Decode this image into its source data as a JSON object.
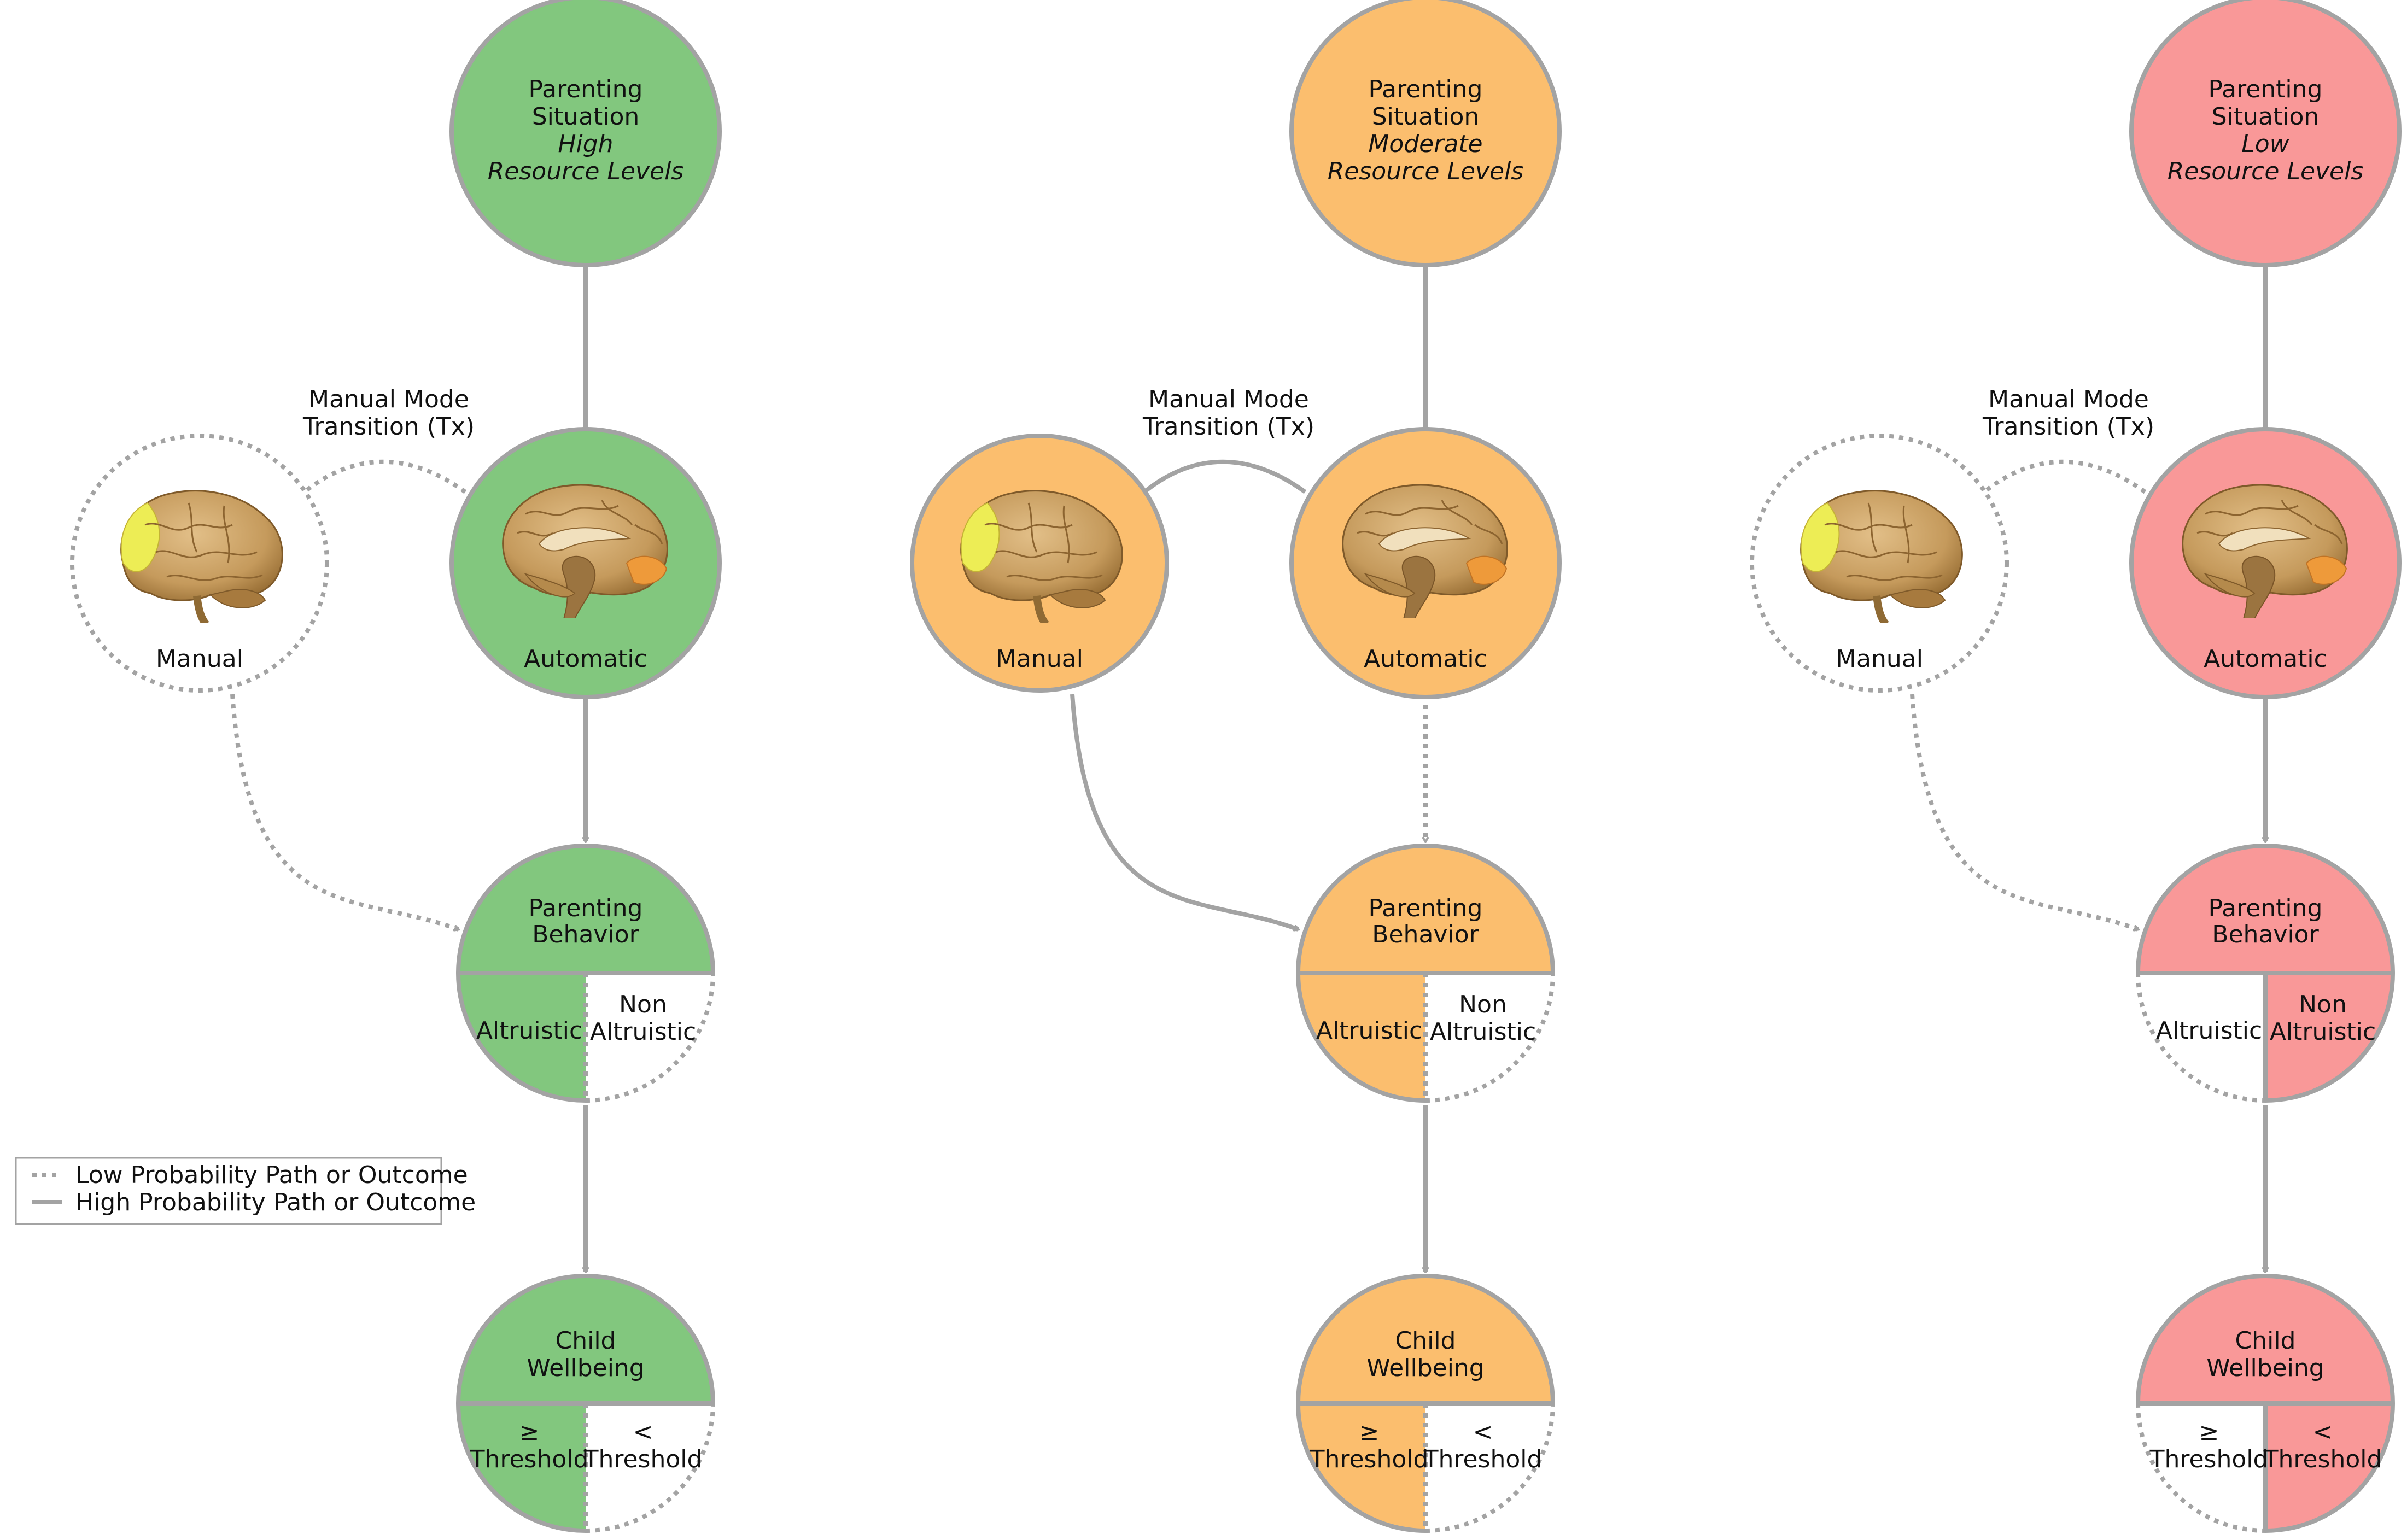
{
  "colors": {
    "high": "#82c77e",
    "moderate": "#fbbe6e",
    "low": "#f99898",
    "line": "#a3a3a3"
  },
  "icons": {
    "manual_mode": "brain-lateral-icon",
    "automatic_mode": "brain-sagittal-icon"
  },
  "labels": {
    "parenting_situation_1": "Parenting",
    "parenting_situation_2": "Situation",
    "resource_levels": "Resource Levels",
    "transition_1": "Manual Mode",
    "transition_2": "Transition (Tx)",
    "manual": "Manual",
    "automatic": "Automatic",
    "parenting_behavior_1": "Parenting",
    "parenting_behavior_2": "Behavior",
    "altruistic": "Altruistic",
    "non_1": "Non",
    "non_2": "Altruistic",
    "child_1": "Child",
    "child_2": "Wellbeing",
    "ge": "≥",
    "lt": "<",
    "threshold": "Threshold"
  },
  "panels": [
    {
      "level": "High",
      "color": "#82c77e",
      "manual_active": false,
      "auto_to_behavior": "high",
      "manual_to_behavior": "low",
      "outcome": "altruistic"
    },
    {
      "level": "Moderate",
      "color": "#fbbe6e",
      "manual_active": true,
      "auto_to_behavior": "low",
      "manual_to_behavior": "high",
      "outcome": "altruistic"
    },
    {
      "level": "Low",
      "color": "#f99898",
      "manual_active": false,
      "auto_to_behavior": "high",
      "manual_to_behavior": "low",
      "outcome": "non-altruistic"
    }
  ],
  "legend": {
    "low_probability": "Low Probability Path or Outcome",
    "high_probability": "High Probability Path or Outcome"
  }
}
